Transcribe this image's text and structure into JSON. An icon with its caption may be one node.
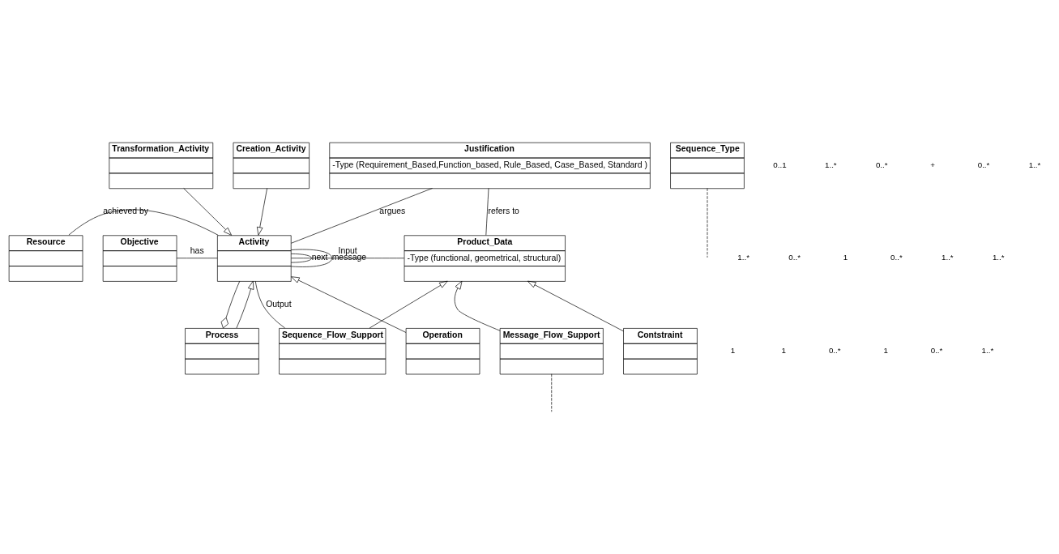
{
  "diagram": {
    "nodes": [
      {
        "text": [
          "Creation_Activity"
        ]
      },
      {
        "text": [
          "Transformation_Activity"
        ]
      },
      {
        "text": [
          "Sequence_Type"
        ]
      },
      {
        "text": [
          "Justification",
          "-Type (Requirement_Based,Function_based, Rule_Based, Case_Based, Standard )"
        ]
      },
      {
        "text": [
          "Resource"
        ]
      },
      {
        "text": [
          "Activity"
        ]
      },
      {
        "text": [
          "Objective"
        ]
      },
      {
        "text": [
          "Product_Data",
          "-Type (functional, geometrical, structural)"
        ]
      },
      {
        "text": [
          "Operation"
        ]
      },
      {
        "text": [
          "Process"
        ]
      },
      {
        "text": [
          "Sequence_Flow_Support"
        ]
      },
      {
        "text": [
          "Message_Flow_Support"
        ]
      },
      {
        "text": [
          "Contstraint"
        ]
      }
    ],
    "edges": [
      {
        "from": 0,
        "to": 5,
        "arrow": "to"
      },
      {
        "from": 1,
        "to": 5,
        "arrow": "to"
      },
      {
        "from": 5,
        "to": 5,
        "arrow": "none",
        "label": "next"
      },
      {
        "from": 2,
        "to": null,
        "arrow": "none",
        "style": "dashed"
      },
      {
        "from": 4,
        "to": 5,
        "arrow": "none",
        "label": "achieved by"
      },
      {
        "from": 5,
        "to": 3,
        "arrow": "none",
        "label": "argues"
      },
      {
        "from": 3,
        "to": 7,
        "arrow": "none",
        "label": "refers to"
      },
      {
        "from": 5,
        "to": 7,
        "arrow": "none",
        "label": "Input"
      },
      {
        "from": 6,
        "to": 5,
        "arrow": "none",
        "label": "has"
      },
      {
        "from": 5,
        "to": 5,
        "arrow": "none",
        "label": "message"
      },
      {
        "from": 11,
        "to": null,
        "arrow": "none",
        "style": "dashed"
      },
      {
        "from": 5,
        "to": 10,
        "arrow": "none",
        "label": "Output"
      },
      {
        "from": 5,
        "to": 9,
        "arrow": "other"
      },
      {
        "from": 8,
        "to": 5,
        "arrow": "to"
      },
      {
        "from": 9,
        "to": 5,
        "arrow": "to"
      },
      {
        "from": 10,
        "to": 7,
        "arrow": "to"
      },
      {
        "from": 11,
        "to": 7,
        "arrow": "to"
      },
      {
        "from": 12,
        "to": 7,
        "arrow": "to"
      }
    ],
    "labels": [
      "0..1",
      "1..*",
      "0..*",
      "+",
      "0..*",
      "1..*",
      "1..*",
      "0..*",
      "1",
      "0..*",
      "1..*",
      "1..*",
      "1",
      "1",
      "0..*",
      "1",
      "0..*",
      "1..*"
    ]
  }
}
